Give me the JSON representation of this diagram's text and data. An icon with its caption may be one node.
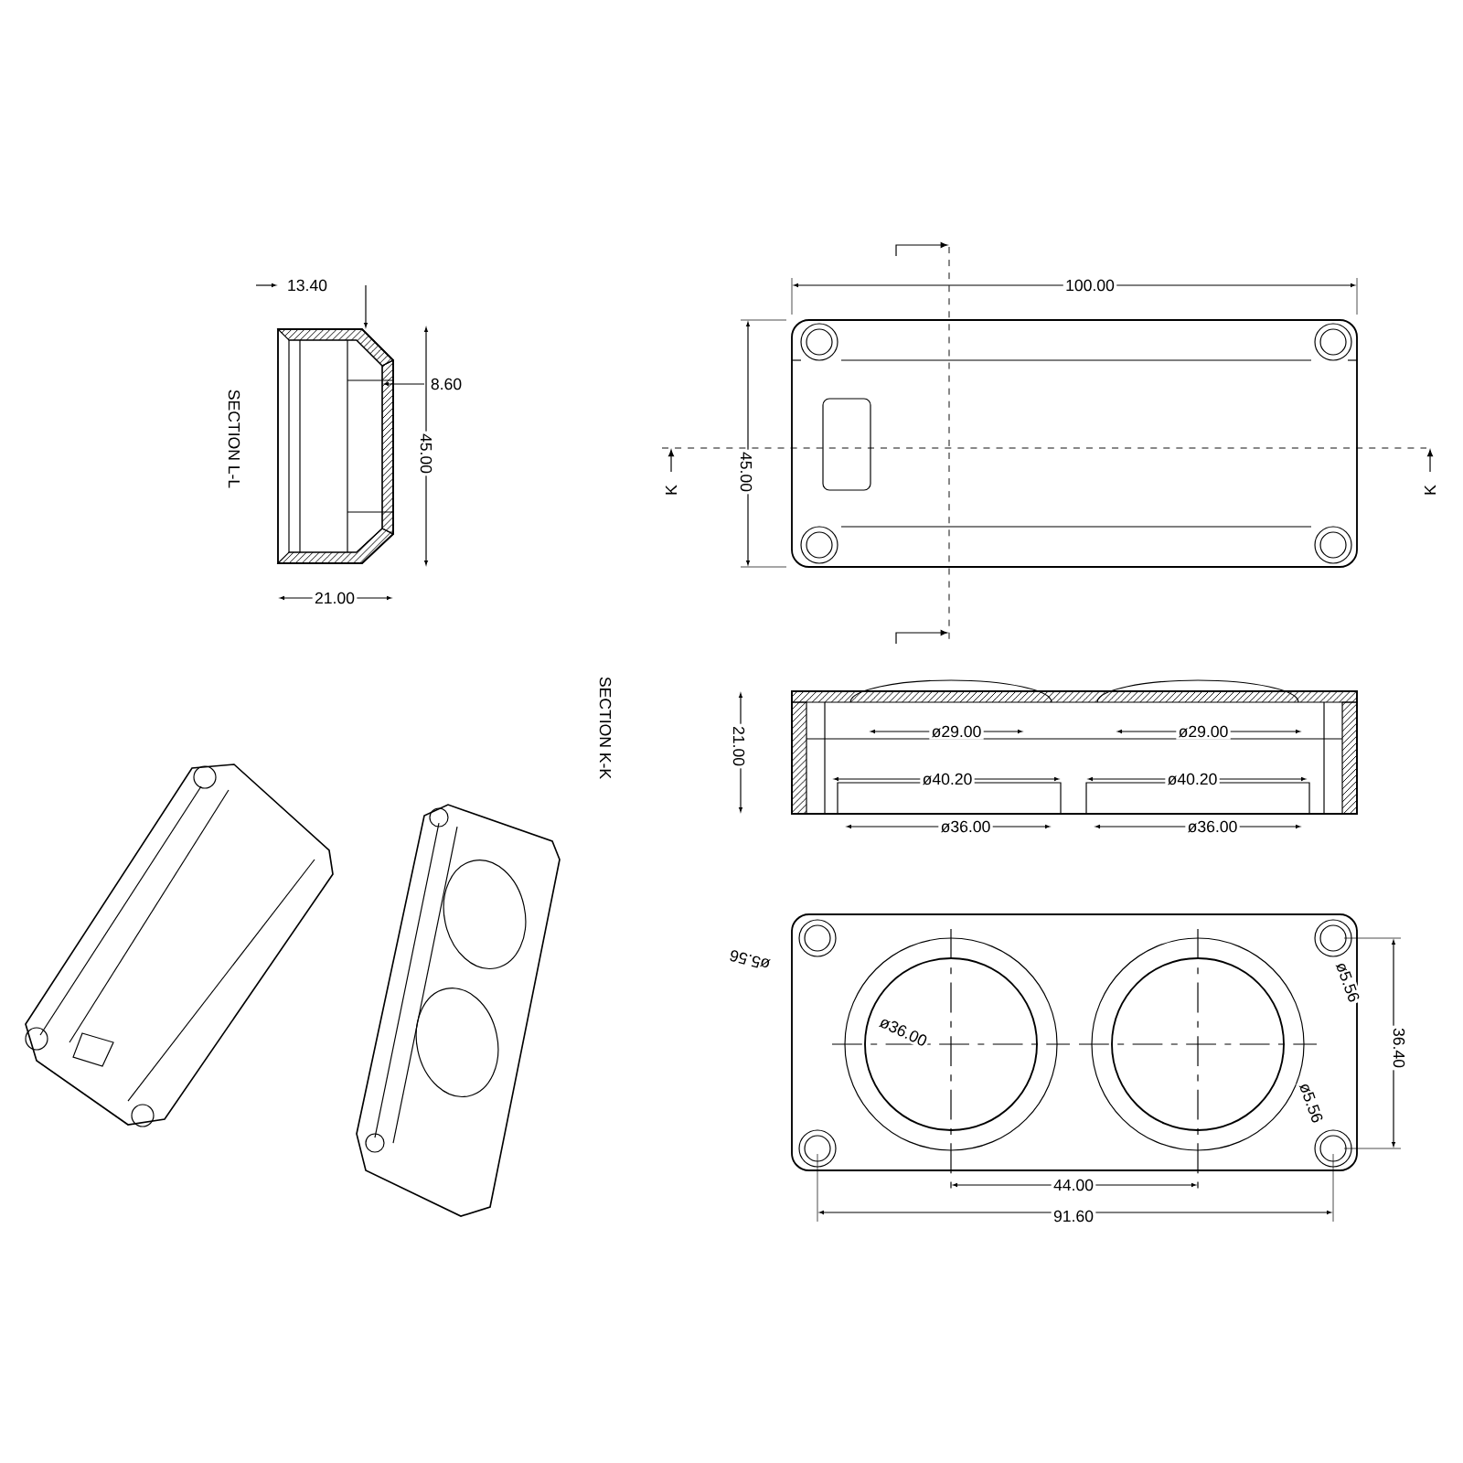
{
  "diagram": {
    "labels": [
      "SECTION L-L",
      "13.40",
      "8.60",
      "45.00",
      "21.00",
      "100.00",
      "45.00",
      "K",
      "K",
      "SECTION K-K",
      "21.00",
      "ø29.00",
      "ø29.00",
      "ø40.20",
      "ø40.20",
      "ø36.00",
      "ø36.00",
      "ø5.56",
      "ø36.00",
      "ø5.56",
      "ø5.56",
      "36.40",
      "44.00",
      "91.60"
    ]
  }
}
